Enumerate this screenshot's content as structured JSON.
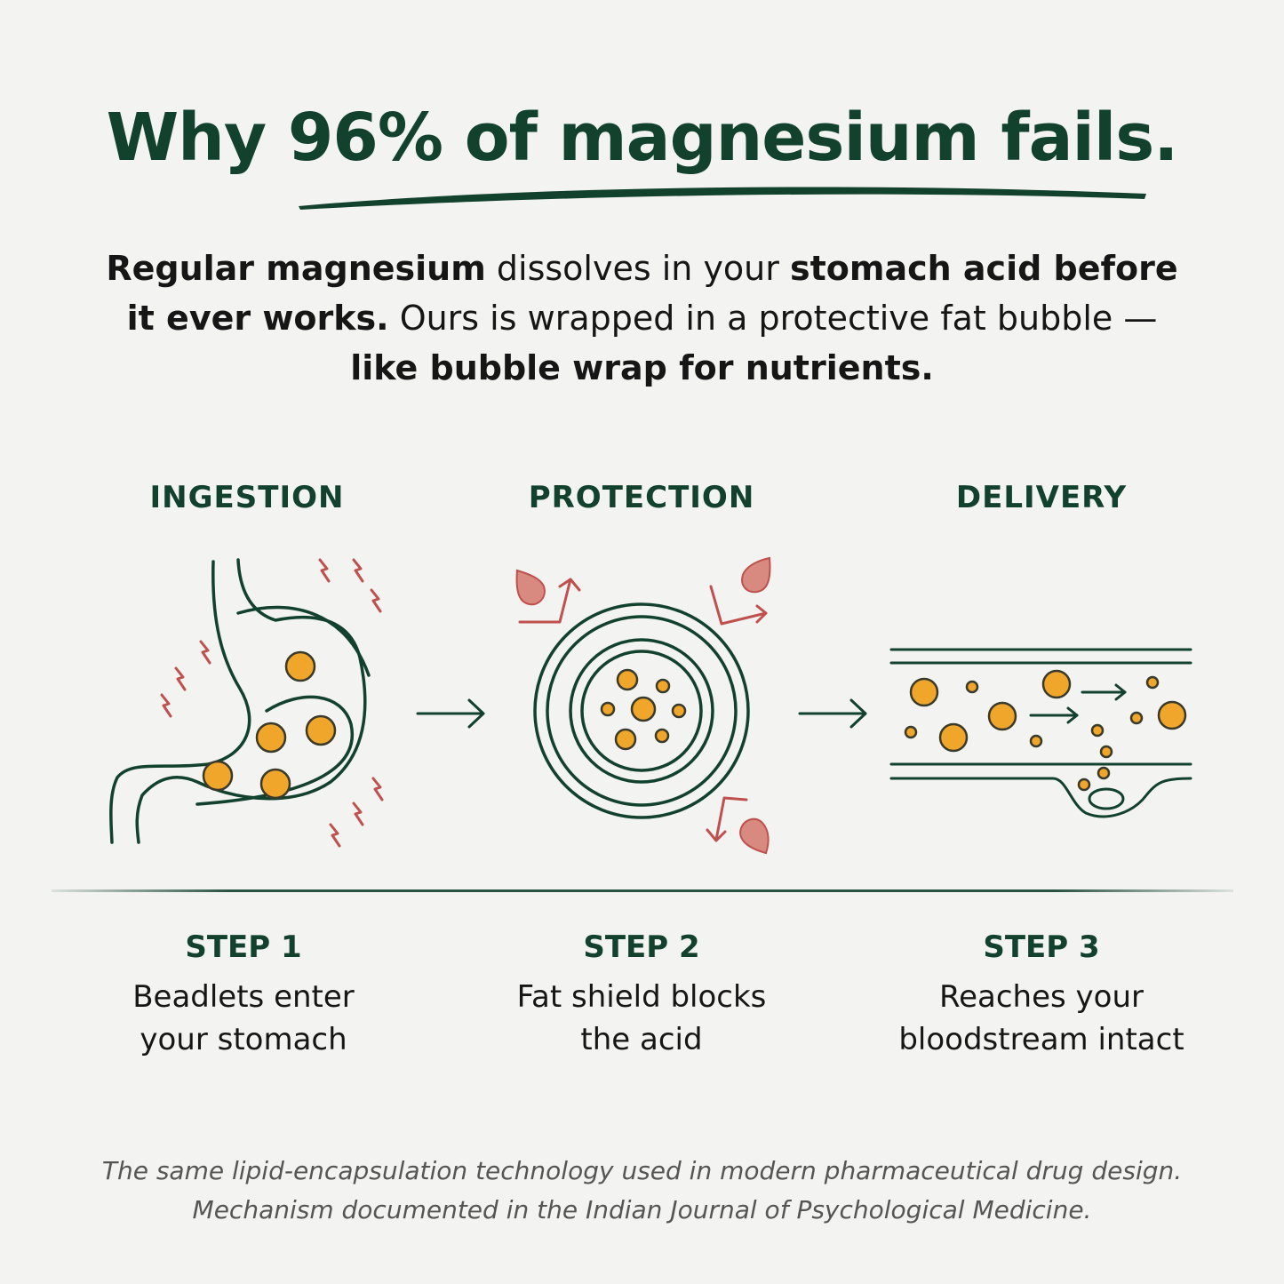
{
  "headline": "Why 96% of magnesium fails.",
  "subhead": {
    "bold_1": "Regular magnesium",
    "text_1": " dissolves in your ",
    "bold_2": "stomach acid before it ever works.",
    "text_2": " Ours is wrapped in a protective fat bubble — ",
    "bold_3": "like bubble wrap for nutrients."
  },
  "stages": [
    {
      "label": "INGESTION",
      "step": "STEP 1",
      "desc_line1": "Beadlets enter",
      "desc_line2": "your stomach",
      "icon": "stomach-icon"
    },
    {
      "label": "PROTECTION",
      "step": "STEP 2",
      "desc_line1": "Fat shield blocks",
      "desc_line2": "the acid",
      "icon": "fat-shield-icon"
    },
    {
      "label": "DELIVERY",
      "step": "STEP 3",
      "desc_line1": "Reaches your",
      "desc_line2": "bloodstream intact",
      "icon": "bloodstream-icon"
    }
  ],
  "footnote": "The same lipid-encapsulation technology used in modern pharmaceutical drug design. Mechanism documented in the Indian Journal of Psychological Medicine.",
  "colors": {
    "brand_green": "#12412e",
    "text": "#161616",
    "bead_fill": "#f0a52b",
    "bead_stroke": "#3a3a2a",
    "acid_red": "#c0504d",
    "acid_drop": "#d98a80",
    "background": "#f3f3f1"
  }
}
